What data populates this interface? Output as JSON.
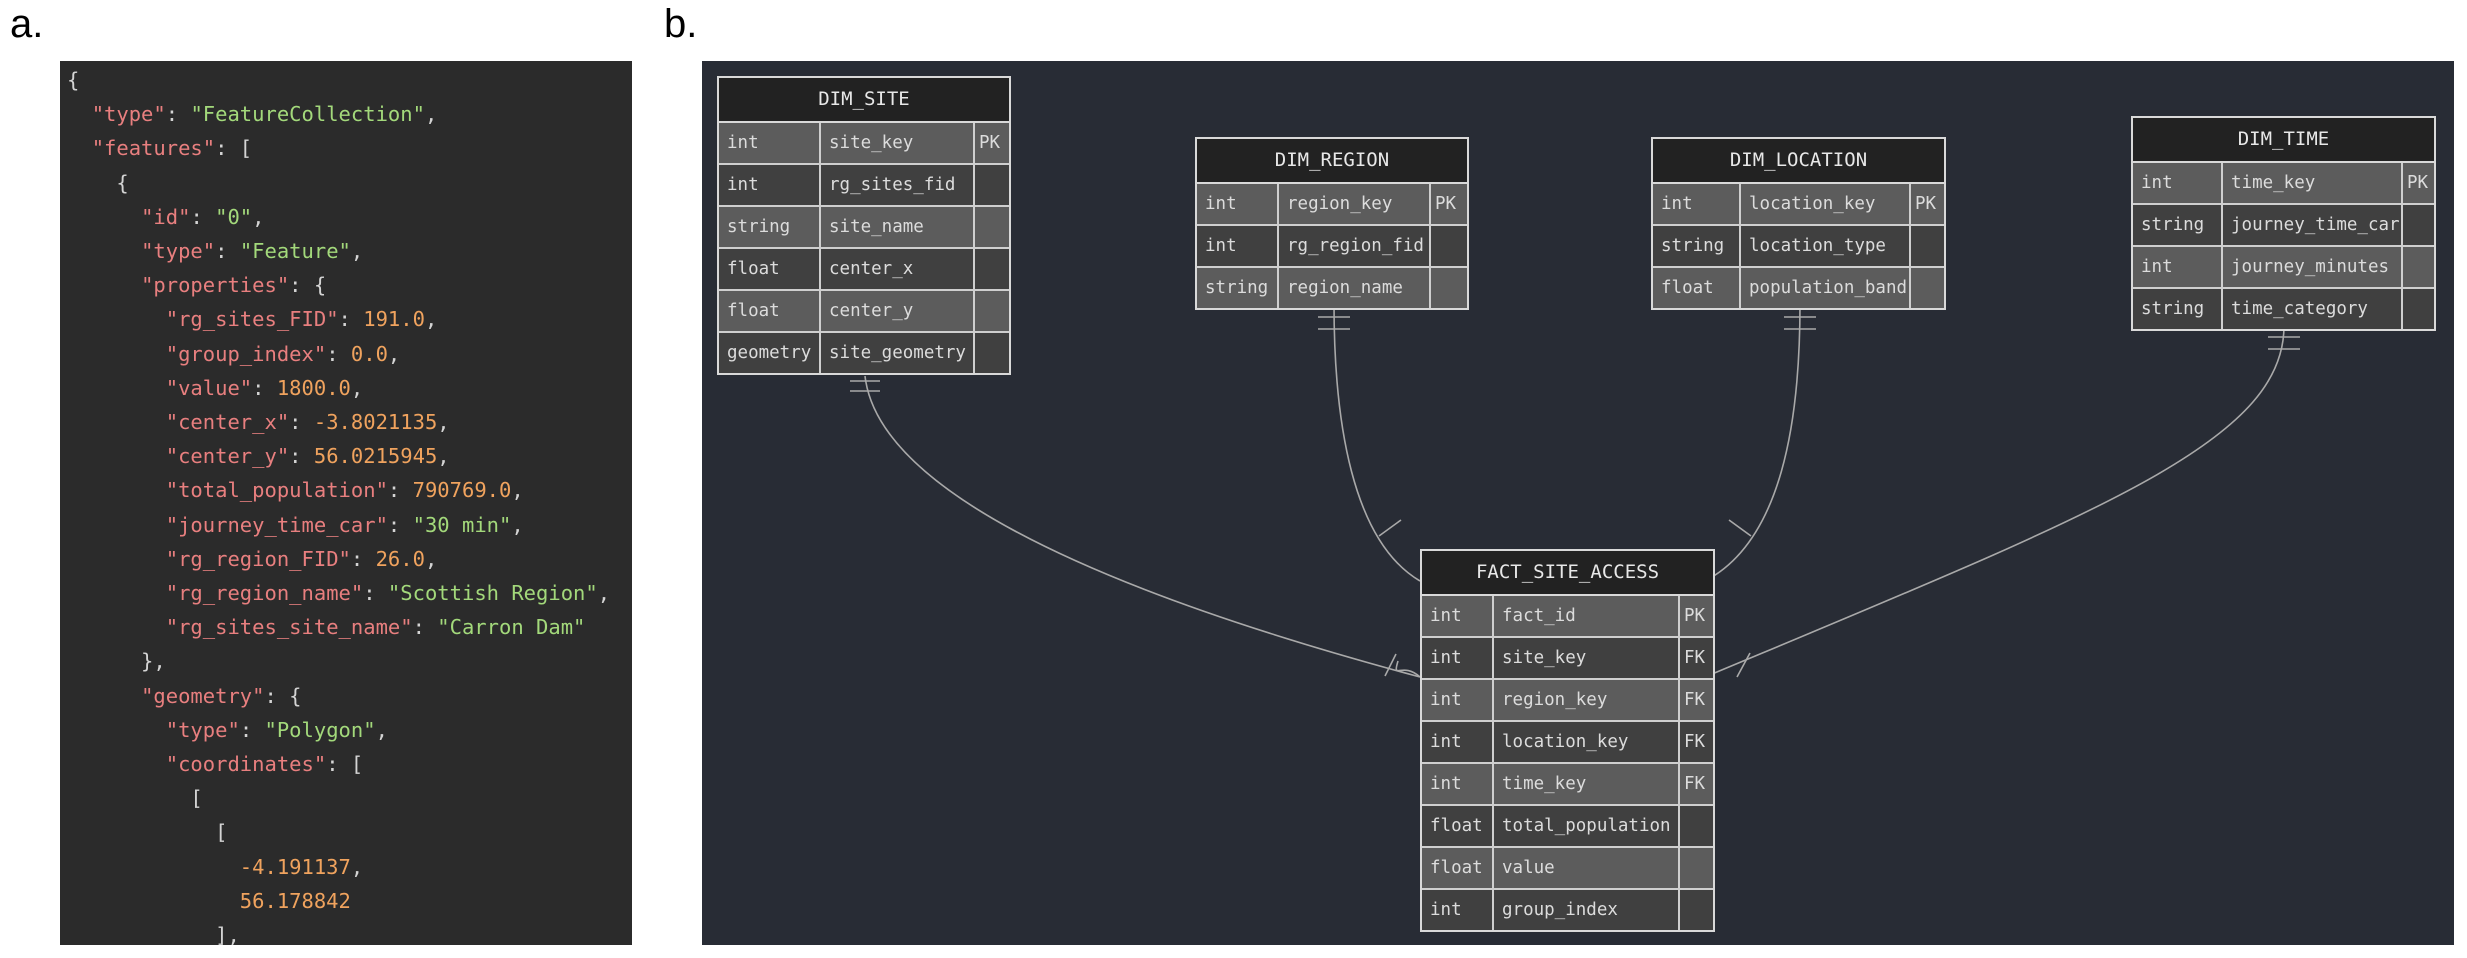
{
  "panels": {
    "a": "a.",
    "b": "b."
  },
  "code_lines": [
    [
      [
        "p",
        "{"
      ]
    ],
    [
      [
        "p",
        "  "
      ],
      [
        "k",
        "\"type\""
      ],
      [
        "p",
        ": "
      ],
      [
        "s",
        "\"FeatureCollection\""
      ],
      [
        "p",
        ","
      ]
    ],
    [
      [
        "p",
        "  "
      ],
      [
        "k",
        "\"features\""
      ],
      [
        "p",
        ": ["
      ]
    ],
    [
      [
        "p",
        "    {"
      ]
    ],
    [
      [
        "p",
        "      "
      ],
      [
        "k",
        "\"id\""
      ],
      [
        "p",
        ": "
      ],
      [
        "s",
        "\"0\""
      ],
      [
        "p",
        ","
      ]
    ],
    [
      [
        "p",
        "      "
      ],
      [
        "k",
        "\"type\""
      ],
      [
        "p",
        ": "
      ],
      [
        "s",
        "\"Feature\""
      ],
      [
        "p",
        ","
      ]
    ],
    [
      [
        "p",
        "      "
      ],
      [
        "k",
        "\"properties\""
      ],
      [
        "p",
        ": {"
      ]
    ],
    [
      [
        "p",
        "        "
      ],
      [
        "k",
        "\"rg_sites_FID\""
      ],
      [
        "p",
        ": "
      ],
      [
        "n",
        "191.0"
      ],
      [
        "p",
        ","
      ]
    ],
    [
      [
        "p",
        "        "
      ],
      [
        "k",
        "\"group_index\""
      ],
      [
        "p",
        ": "
      ],
      [
        "n",
        "0.0"
      ],
      [
        "p",
        ","
      ]
    ],
    [
      [
        "p",
        "        "
      ],
      [
        "k",
        "\"value\""
      ],
      [
        "p",
        ": "
      ],
      [
        "n",
        "1800.0"
      ],
      [
        "p",
        ","
      ]
    ],
    [
      [
        "p",
        "        "
      ],
      [
        "k",
        "\"center_x\""
      ],
      [
        "p",
        ": "
      ],
      [
        "n",
        "-3.8021135"
      ],
      [
        "p",
        ","
      ]
    ],
    [
      [
        "p",
        "        "
      ],
      [
        "k",
        "\"center_y\""
      ],
      [
        "p",
        ": "
      ],
      [
        "n",
        "56.0215945"
      ],
      [
        "p",
        ","
      ]
    ],
    [
      [
        "p",
        "        "
      ],
      [
        "k",
        "\"total_population\""
      ],
      [
        "p",
        ": "
      ],
      [
        "n",
        "790769.0"
      ],
      [
        "p",
        ","
      ]
    ],
    [
      [
        "p",
        "        "
      ],
      [
        "k",
        "\"journey_time_car\""
      ],
      [
        "p",
        ": "
      ],
      [
        "s",
        "\"30 min\""
      ],
      [
        "p",
        ","
      ]
    ],
    [
      [
        "p",
        "        "
      ],
      [
        "k",
        "\"rg_region_FID\""
      ],
      [
        "p",
        ": "
      ],
      [
        "n",
        "26.0"
      ],
      [
        "p",
        ","
      ]
    ],
    [
      [
        "p",
        "        "
      ],
      [
        "k",
        "\"rg_region_name\""
      ],
      [
        "p",
        ": "
      ],
      [
        "s",
        "\"Scottish Region\""
      ],
      [
        "p",
        ","
      ]
    ],
    [
      [
        "p",
        "        "
      ],
      [
        "k",
        "\"rg_sites_site_name\""
      ],
      [
        "p",
        ": "
      ],
      [
        "s",
        "\"Carron Dam\""
      ]
    ],
    [
      [
        "p",
        "      },"
      ]
    ],
    [
      [
        "p",
        "      "
      ],
      [
        "k",
        "\"geometry\""
      ],
      [
        "p",
        ": {"
      ]
    ],
    [
      [
        "p",
        "        "
      ],
      [
        "k",
        "\"type\""
      ],
      [
        "p",
        ": "
      ],
      [
        "s",
        "\"Polygon\""
      ],
      [
        "p",
        ","
      ]
    ],
    [
      [
        "p",
        "        "
      ],
      [
        "k",
        "\"coordinates\""
      ],
      [
        "p",
        ": ["
      ]
    ],
    [
      [
        "p",
        "          ["
      ]
    ],
    [
      [
        "p",
        "            ["
      ]
    ],
    [
      [
        "n",
        "              -4.191137"
      ],
      [
        "p",
        ","
      ]
    ],
    [
      [
        "n",
        "              56.178842"
      ]
    ],
    [
      [
        "p",
        "            ],"
      ]
    ]
  ],
  "tables": {
    "dim_site": {
      "title": "DIM_SITE",
      "rows": [
        [
          "int",
          "site_key",
          "PK"
        ],
        [
          "int",
          "rg_sites_fid",
          ""
        ],
        [
          "string",
          "site_name",
          ""
        ],
        [
          "float",
          "center_x",
          ""
        ],
        [
          "float",
          "center_y",
          ""
        ],
        [
          "geometry",
          "site_geometry",
          ""
        ]
      ]
    },
    "dim_region": {
      "title": "DIM_REGION",
      "rows": [
        [
          "int",
          "region_key",
          "PK"
        ],
        [
          "int",
          "rg_region_fid",
          ""
        ],
        [
          "string",
          "region_name",
          ""
        ]
      ]
    },
    "dim_location": {
      "title": "DIM_LOCATION",
      "rows": [
        [
          "int",
          "location_key",
          "PK"
        ],
        [
          "string",
          "location_type",
          ""
        ],
        [
          "float",
          "population_band",
          ""
        ]
      ]
    },
    "dim_time": {
      "title": "DIM_TIME",
      "rows": [
        [
          "int",
          "time_key",
          "PK"
        ],
        [
          "string",
          "journey_time_car",
          ""
        ],
        [
          "int",
          "journey_minutes",
          ""
        ],
        [
          "string",
          "time_category",
          ""
        ]
      ]
    },
    "fact_site_access": {
      "title": "FACT_SITE_ACCESS",
      "rows": [
        [
          "int",
          "fact_id",
          "PK"
        ],
        [
          "int",
          "site_key",
          "FK"
        ],
        [
          "int",
          "region_key",
          "FK"
        ],
        [
          "int",
          "location_key",
          "FK"
        ],
        [
          "int",
          "time_key",
          "FK"
        ],
        [
          "float",
          "total_population",
          ""
        ],
        [
          "float",
          "value",
          ""
        ],
        [
          "int",
          "group_index",
          ""
        ]
      ]
    }
  },
  "colors": {
    "code_bg": "#2b2b2b",
    "erd_bg": "#282c35",
    "line": "#a9a9a9"
  }
}
